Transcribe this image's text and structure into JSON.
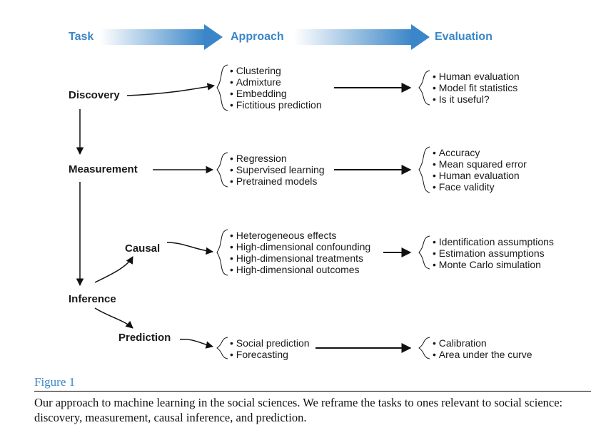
{
  "headers": {
    "task": "Task",
    "approach": "Approach",
    "evaluation": "Evaluation"
  },
  "tasks": {
    "discovery": "Discovery",
    "measurement": "Measurement",
    "causal": "Causal",
    "inference": "Inference",
    "prediction": "Prediction"
  },
  "approach": {
    "discovery": [
      "Clustering",
      "Admixture",
      "Embedding",
      "Fictitious prediction"
    ],
    "measurement": [
      "Regression",
      "Supervised learning",
      "Pretrained models"
    ],
    "causal": [
      "Heterogeneous effects",
      "High-dimensional confounding",
      "High-dimensional treatments",
      "High-dimensional outcomes"
    ],
    "prediction": [
      "Social prediction",
      "Forecasting"
    ]
  },
  "evaluation": {
    "discovery": [
      "Human evaluation",
      "Model fit statistics",
      "Is it useful?"
    ],
    "measurement": [
      "Accuracy",
      "Mean squared error",
      "Human evaluation",
      "Face validity"
    ],
    "causal": [
      "Identification assumptions",
      "Estimation assumptions",
      "Monte Carlo simulation"
    ],
    "prediction": [
      "Calibration",
      "Area under the curve"
    ]
  },
  "figure": {
    "label": "Figure 1",
    "caption": "Our approach to machine learning in the social sciences. We reframe the tasks to ones relevant to social science: discovery, measurement, causal inference, and prediction."
  },
  "colors": {
    "accent": "#3a86c8",
    "arrow_light": "#dce9f6",
    "text": "#1a1a1a"
  }
}
